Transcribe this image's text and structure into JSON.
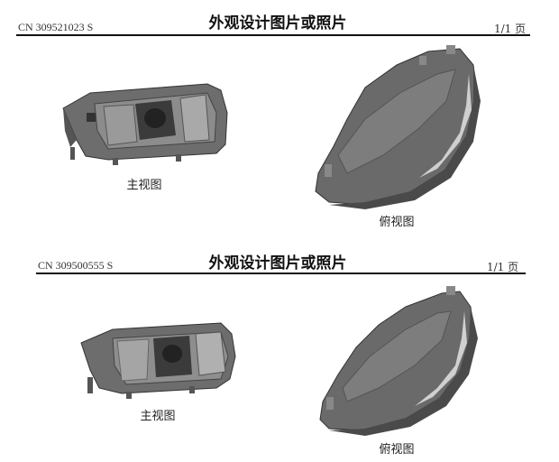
{
  "sheets": [
    {
      "code": "CN 309521023 S",
      "title": "外观设计图片或照片",
      "page": "1/1 页",
      "views": [
        {
          "caption": "主视图"
        },
        {
          "caption": "俯视图"
        }
      ]
    },
    {
      "code": "CN 309500555 S",
      "title": "外观设计图片或照片",
      "page": "1/1 页",
      "views": [
        {
          "caption": "主视图"
        },
        {
          "caption": "俯视图"
        }
      ]
    }
  ]
}
